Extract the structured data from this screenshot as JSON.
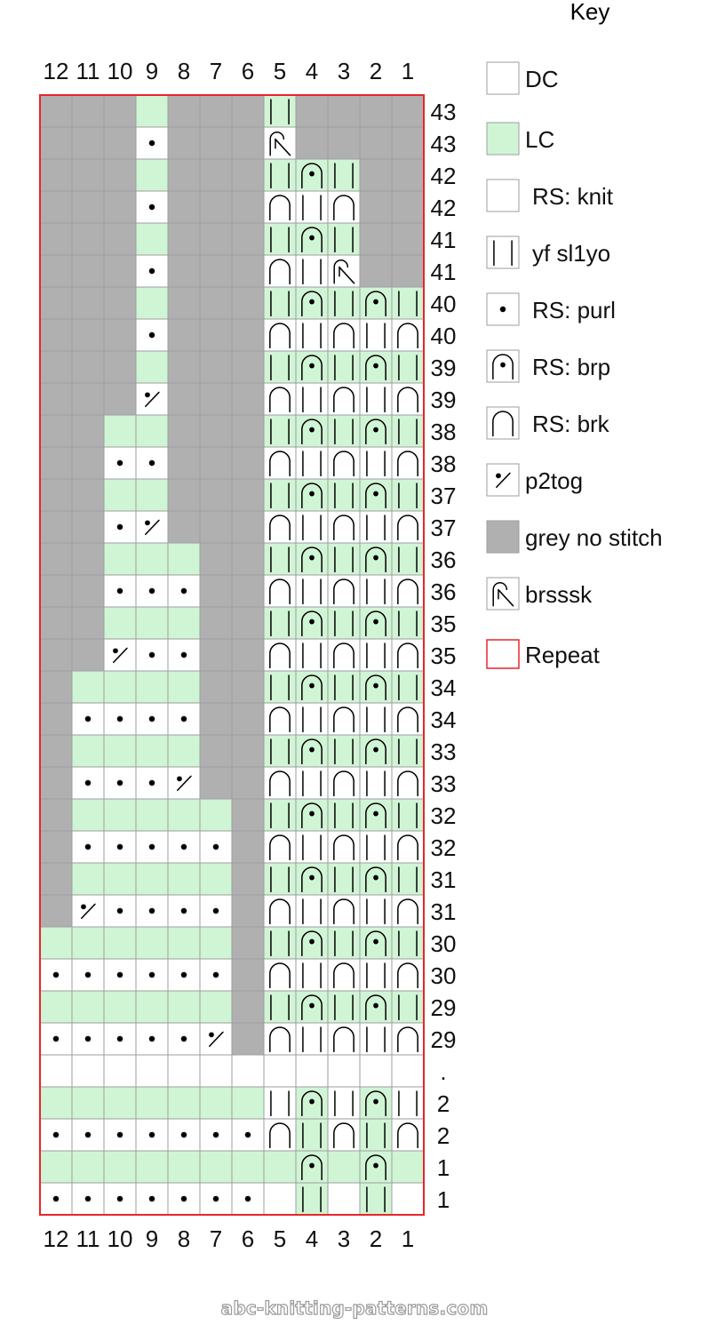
{
  "key": {
    "title": "Key",
    "items": [
      {
        "symbol": "dc-swatch",
        "label": "DC"
      },
      {
        "symbol": "lc-swatch",
        "label": "LC"
      },
      {
        "symbol": "knit",
        "label": "RS: knit"
      },
      {
        "symbol": "yf-sl1yo",
        "label": "yf sl1yo"
      },
      {
        "symbol": "purl",
        "label": "RS: purl"
      },
      {
        "symbol": "brp",
        "label": "RS: brp"
      },
      {
        "symbol": "brk",
        "label": "RS: brk"
      },
      {
        "symbol": "p2tog",
        "label": "p2tog"
      },
      {
        "symbol": "no-stitch",
        "label": "grey no stitch"
      },
      {
        "symbol": "brsssk",
        "label": "brsssk"
      },
      {
        "symbol": "repeat",
        "label": "Repeat"
      }
    ]
  },
  "colors": {
    "lc": "#d0f5d4",
    "dc": "#ffffff",
    "no_stitch": "#b0b0b0",
    "grid": "#9e9e9e",
    "repeat": "#e8252b"
  },
  "column_numbers": [
    "12",
    "11",
    "10",
    "9",
    "8",
    "7",
    "6",
    "5",
    "4",
    "3",
    "2",
    "1"
  ],
  "legend_codes": {
    "N": "grey no stitch",
    "G": "LC",
    "W": "DC / RS: knit",
    "P": "RS: purl",
    "T": "p2tog",
    "S": "yf sl1yo",
    "A": "RS: brp",
    "K": "RS: brk",
    "B": "brsssk"
  },
  "rows": [
    {
      "label": "43",
      "cells": "NNNGNNNSNNNN"
    },
    {
      "label": "43",
      "cells": "NNNPNNNBNNNN"
    },
    {
      "label": "42",
      "cells": "NNNGNNNSASNN"
    },
    {
      "label": "42",
      "cells": "NNNPNNNKSKNN"
    },
    {
      "label": "41",
      "cells": "NNNGNNNSASNN"
    },
    {
      "label": "41",
      "cells": "NNNPNNNKSBNN"
    },
    {
      "label": "40",
      "cells": "NNNGNNNSASAS"
    },
    {
      "label": "40",
      "cells": "NNNPNNNKSKSK"
    },
    {
      "label": "39",
      "cells": "NNNGNNNSASAS"
    },
    {
      "label": "39",
      "cells": "NNNTNNNKSKSK"
    },
    {
      "label": "38",
      "cells": "NNGGNNNSASAS"
    },
    {
      "label": "38",
      "cells": "NNPPNNNKSKSK"
    },
    {
      "label": "37",
      "cells": "NNGGNNNSASAS"
    },
    {
      "label": "37",
      "cells": "NNPTNNNKSKSK"
    },
    {
      "label": "36",
      "cells": "NNGGGNNSASAS"
    },
    {
      "label": "36",
      "cells": "NNPPPNNKSKSK"
    },
    {
      "label": "35",
      "cells": "NNGGGNNSASAS"
    },
    {
      "label": "35",
      "cells": "NNTPPNNKSKSK"
    },
    {
      "label": "34",
      "cells": "NGGGGNNSASAS"
    },
    {
      "label": "34",
      "cells": "NPPPPNNKSKSK"
    },
    {
      "label": "33",
      "cells": "NGGGGNNSASAS"
    },
    {
      "label": "33",
      "cells": "NPPPTNNKSKSK"
    },
    {
      "label": "32",
      "cells": "NGGGGGNSASAS"
    },
    {
      "label": "32",
      "cells": "NPPPPPNKSKSK"
    },
    {
      "label": "31",
      "cells": "NGGGGGNSASAS"
    },
    {
      "label": "31",
      "cells": "NTPPPPNKSKSK"
    },
    {
      "label": "30",
      "cells": "GGGGGGNSASAS"
    },
    {
      "label": "30",
      "cells": "PPPPPPNKSKSK"
    },
    {
      "label": "29",
      "cells": "GGGGGGNSASAS"
    },
    {
      "label": "29",
      "cells": "PPPPPTNKSKSK"
    },
    {
      "label": ".",
      "cells": "WWWWWWWWWWWW"
    },
    {
      "label": "2",
      "cells": "GGGGGGGSASAS"
    },
    {
      "label": "2",
      "cells": "PPPPPPPKSKSK"
    },
    {
      "label": "1",
      "cells": "GGGGGGGGAGAG"
    },
    {
      "label": "1",
      "cells": "PPPPPPPWSWSW"
    }
  ],
  "watermark": "abc-knitting-patterns.com"
}
